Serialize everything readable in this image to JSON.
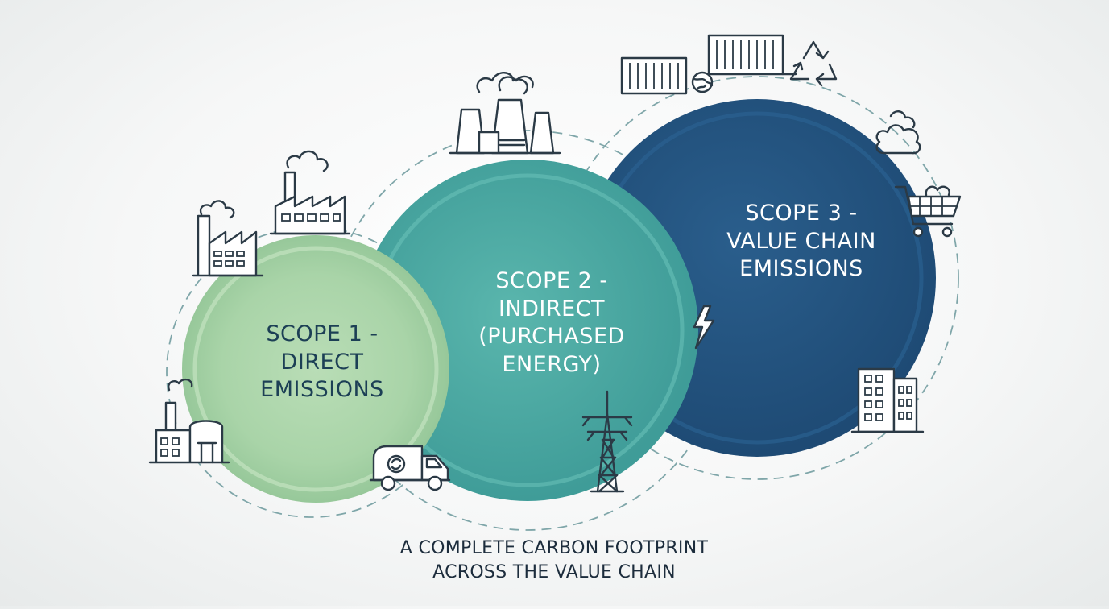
{
  "scopes": [
    {
      "id": "scope1",
      "lines": [
        "SCOPE 1 -",
        "DIRECT",
        "EMISSIONS"
      ],
      "fill_color": "#a9d4a8",
      "text_color": "#1c3f55"
    },
    {
      "id": "scope2",
      "lines": [
        "SCOPE 2 -",
        "INDIRECT",
        "(PURCHASED",
        "ENERGY)"
      ],
      "fill_color": "#4ba9a3",
      "text_color": "#ffffff"
    },
    {
      "id": "scope3",
      "lines": [
        "SCOPE 3 -",
        "VALUE CHAIN",
        "EMISSIONS"
      ],
      "fill_color": "#23527f",
      "text_color": "#ffffff"
    }
  ],
  "caption": {
    "line1": "A COMPLETE CARBON FOOTPRINT",
    "line2": "ACROSS THE VALUE CHAIN"
  },
  "icons": [
    "factory-icon",
    "factory-smoke-icon",
    "small-factory-icon",
    "power-plant-icon",
    "garbage-truck-icon",
    "power-tower-icon",
    "lightning-icon",
    "shipping-container-icon",
    "recycle-icon",
    "shopping-cart-icon",
    "office-building-icon",
    "smoke-cloud-icon",
    "globe-icon"
  ]
}
